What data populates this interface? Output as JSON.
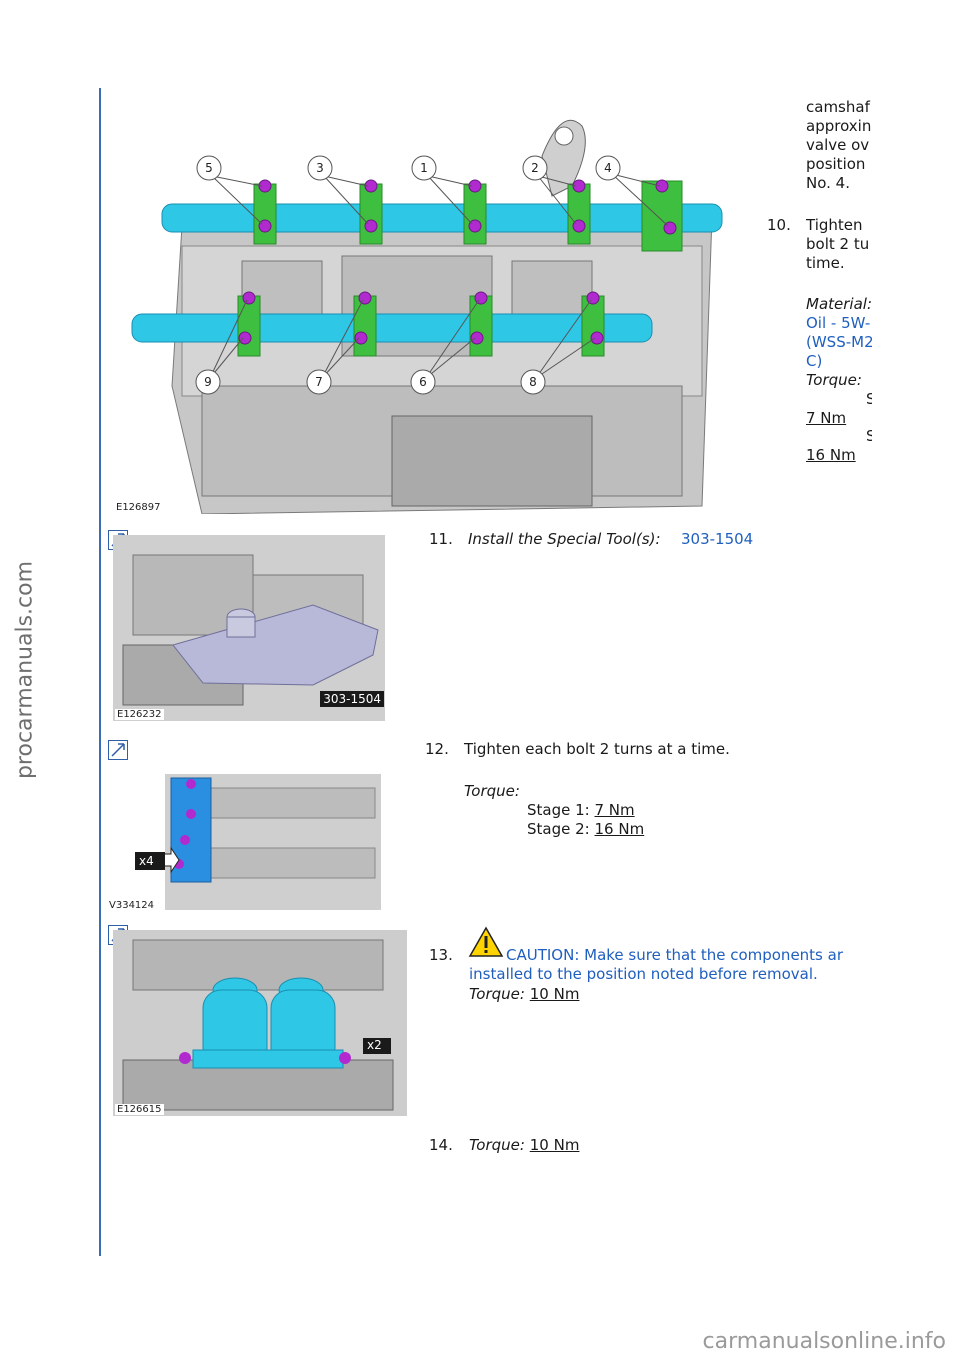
{
  "watermarks": {
    "side": "procarmanuals.com",
    "bottom": "carmanualsonline.info"
  },
  "figures": {
    "fig1": {
      "label": "E126897",
      "callouts": [
        "5",
        "3",
        "1",
        "2",
        "4",
        "9",
        "7",
        "6",
        "8"
      ]
    },
    "fig2": {
      "label": "E126232",
      "tool_tag": "303-1504"
    },
    "fig3": {
      "label": "V334124",
      "tag": "x4"
    },
    "fig4": {
      "label": "E126615",
      "tag": "x2"
    }
  },
  "step9_cont": {
    "lines": [
      "camshaf",
      "approxin",
      "valve ov",
      "position",
      "No. 4."
    ]
  },
  "step10": {
    "num": "10.",
    "lines": [
      "Tighten",
      "bolt 2 tu",
      "time."
    ],
    "material_label": "Material:",
    "material_lines": [
      "Oil - 5W-",
      "(WSS-M2",
      "C)"
    ],
    "torque_label": "Torque:",
    "stage_marks": [
      "S",
      "S"
    ],
    "values": [
      "7 Nm",
      "16 Nm"
    ]
  },
  "step11": {
    "num": "11.",
    "prefix": "Install the Special Tool(s):",
    "tool": "303-1504"
  },
  "step12": {
    "num": "12.",
    "text": "Tighten each bolt 2 turns at a time.",
    "torque_label": "Torque:",
    "stage1_label": "Stage 1:",
    "stage1_value": "7 Nm",
    "stage2_label": "Stage 2:",
    "stage2_value": "16 Nm"
  },
  "step13": {
    "num": "13.",
    "caution_line1": "CAUTION: Make sure that the components ar",
    "caution_line2": "installed to the position noted before removal.",
    "torque_label": "Torque:",
    "torque_value": "10 Nm"
  },
  "step14": {
    "num": "14.",
    "torque_label": "Torque:",
    "torque_value": "10 Nm"
  },
  "colors": {
    "accent_line": "#3a6fb8",
    "link_blue": "#1f5fbf",
    "camshaft_cyan": "#2ec7e6",
    "cap_green": "#3fbf3f",
    "bolt_magenta": "#b02ad0"
  }
}
